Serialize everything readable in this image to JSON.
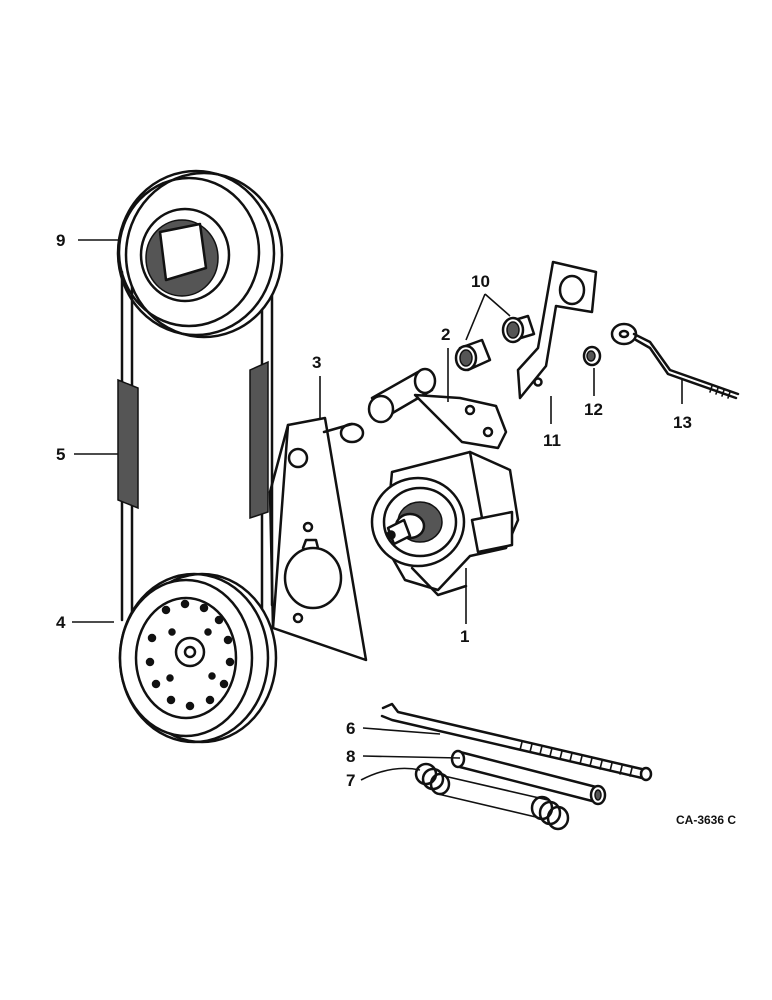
{
  "callouts": {
    "p1": "1",
    "p2": "2",
    "p3": "3",
    "p4": "4",
    "p5": "5",
    "p6": "6",
    "p7": "7",
    "p8": "8",
    "p9": "9",
    "p10": "10",
    "p11": "11",
    "p12": "12",
    "p13": "13"
  },
  "reference_code": "CA-3636 C"
}
